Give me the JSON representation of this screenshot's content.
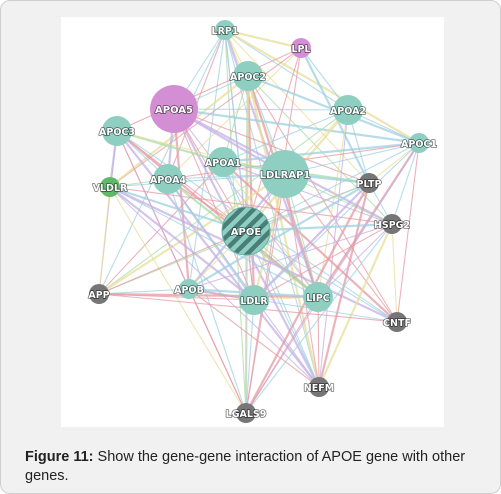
{
  "caption": {
    "label": "Figure 11:",
    "text": " Show the gene-gene interaction of APOE gene with other genes."
  },
  "colors": {
    "teal": "#8ecfc2",
    "pink": "#d48fd4",
    "green": "#5fba68",
    "gray": "#767676",
    "edge_pink": "#e59aa3",
    "edge_blue": "#9fd0e2",
    "edge_purple": "#c4b0e4",
    "edge_yellow": "#e8de9a",
    "edge_green": "#a8dca8"
  },
  "network": {
    "nodes": [
      {
        "id": "LRP1",
        "label": "LRP1",
        "color": "teal",
        "size": "small"
      },
      {
        "id": "LPL",
        "label": "LPL",
        "color": "pink",
        "size": "small"
      },
      {
        "id": "APOC2",
        "label": "APOC2",
        "color": "teal",
        "size": "medium"
      },
      {
        "id": "APOA5",
        "label": "APOA5",
        "color": "pink",
        "size": "large"
      },
      {
        "id": "APOA2",
        "label": "APOA2",
        "color": "teal",
        "size": "medium"
      },
      {
        "id": "APOC3",
        "label": "APOC3",
        "color": "teal",
        "size": "medium"
      },
      {
        "id": "APOC1",
        "label": "APOC1",
        "color": "teal",
        "size": "small"
      },
      {
        "id": "APOA1",
        "label": "APOA1",
        "color": "teal",
        "size": "medium"
      },
      {
        "id": "LDLRAP1",
        "label": "LDLRAP1",
        "color": "teal",
        "size": "large"
      },
      {
        "id": "APOA4",
        "label": "APOA4",
        "color": "teal",
        "size": "medium"
      },
      {
        "id": "VLDLR",
        "label": "VLDLR",
        "color": "green",
        "size": "small"
      },
      {
        "id": "PLTP",
        "label": "PLTP",
        "color": "gray",
        "size": "small"
      },
      {
        "id": "APOE",
        "label": "APOE",
        "color": "teal",
        "size": "large",
        "query": true
      },
      {
        "id": "HSPG2",
        "label": "HSPG2",
        "color": "gray",
        "size": "small"
      },
      {
        "id": "APP",
        "label": "APP",
        "color": "gray",
        "size": "small"
      },
      {
        "id": "APOB",
        "label": "APOB",
        "color": "teal",
        "size": "small"
      },
      {
        "id": "LDLR",
        "label": "LDLR",
        "color": "teal",
        "size": "medium"
      },
      {
        "id": "LIPC",
        "label": "LIPC",
        "color": "teal",
        "size": "medium"
      },
      {
        "id": "CNTF",
        "label": "CNTF",
        "color": "gray",
        "size": "small"
      },
      {
        "id": "NEFM",
        "label": "NEFM",
        "color": "gray",
        "size": "small"
      },
      {
        "id": "LGALS9",
        "label": "LGALS9",
        "color": "gray",
        "size": "small"
      }
    ]
  }
}
